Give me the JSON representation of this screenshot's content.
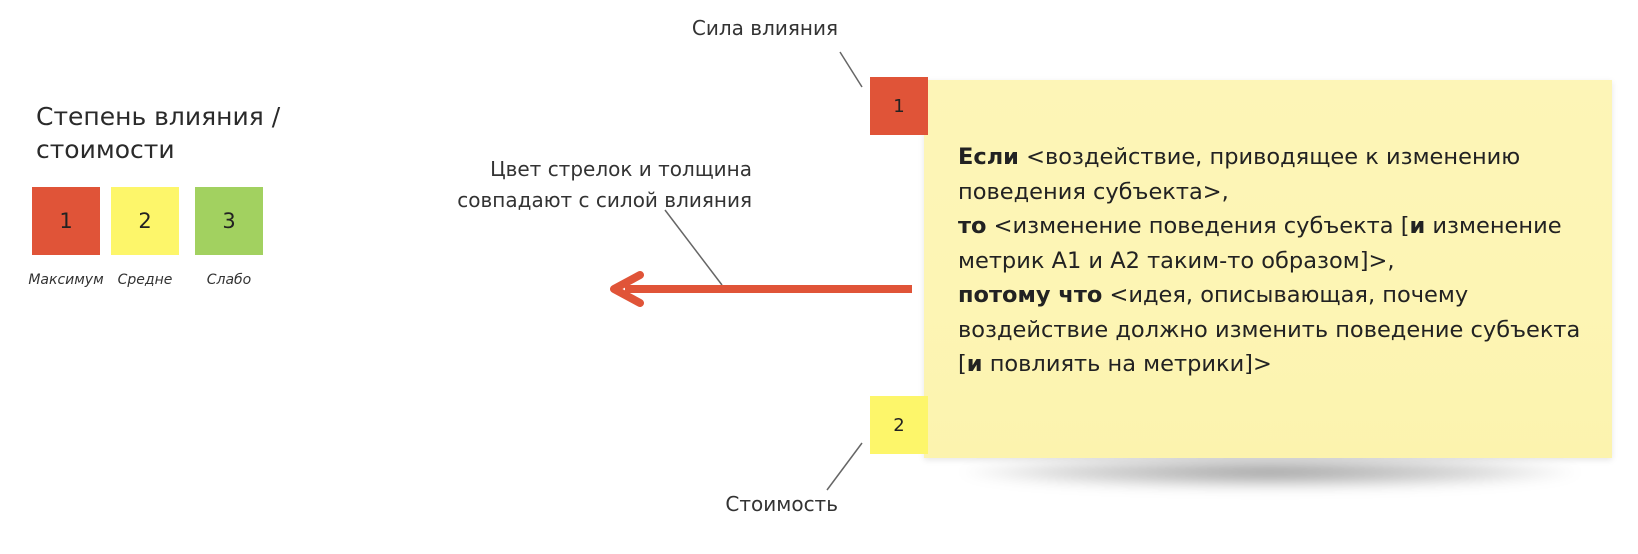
{
  "legend": {
    "title_line1": "Степень влияния /",
    "title_line2": "стоимости",
    "items": [
      {
        "value": "1",
        "caption": "Максимум",
        "color": "#e05438"
      },
      {
        "value": "2",
        "caption": "Средне",
        "color": "#fdf66a"
      },
      {
        "value": "3",
        "caption": "Слабо",
        "color": "#a2d160"
      }
    ]
  },
  "annotations": {
    "strength": "Сила влияния",
    "cost": "Стоимость",
    "arrow_line1": "Цвет стрелок и толщина",
    "arrow_line2": "совпадают с силой влияния"
  },
  "note": {
    "strength_mark": "1",
    "cost_mark": "2",
    "line1_bold": "Если",
    "line1_text": " <воздействие, приводящее к изменению",
    "line2_text": "поведения субъекта>,",
    "line3_bold": "то",
    "line3_text_a": " <изменение поведения субъекта [",
    "line3_bold_b": "и",
    "line3_text_b": " изменение",
    "line4_text": "метрик A1 и A2 таким-то образом]>,",
    "line5_bold": "потому что",
    "line5_text": " <идея, описывающая, почему",
    "line6_text": "воздействие должно изменить поведение субъекта",
    "line7_text_a": "[",
    "line7_bold": "и",
    "line7_text_b": " повлиять на метрики]>"
  },
  "colors": {
    "strength_red": "#e05438",
    "cost_yellow": "#fdf66a",
    "weak_green": "#a2d160",
    "note_yellow": "#fdf5b7"
  }
}
